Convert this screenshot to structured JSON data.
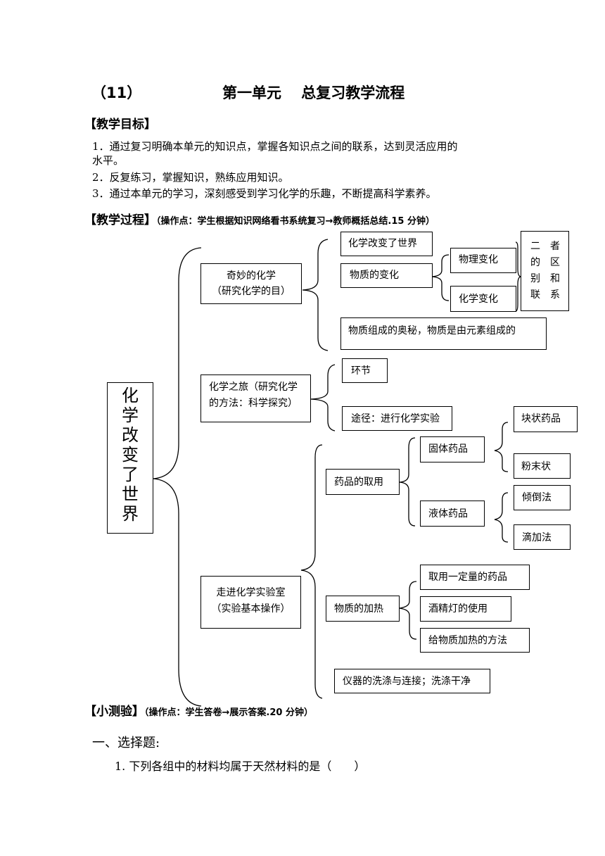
{
  "header": {
    "number": "（11）",
    "title": "第一单元　 总复习教学流程"
  },
  "objectives": {
    "heading": "【教学目标】",
    "items": [
      "1．通过复习明确本单元的知识点，掌握各知识点之间的联系，达到灵活应用的",
      "水平。",
      "2．反复练习，掌握知识，熟练应用知识。",
      "3．通过本单元的学习，深刻感受到学习化学的乐趣，不断提高科学素养。"
    ]
  },
  "process": {
    "heading": "【教学过程】",
    "note": "（操作点：学生根据知识网络看书系统复习→教师概括总结.15 分钟）"
  },
  "mindmap": {
    "root": [
      "化",
      "学",
      "改",
      "变",
      "了",
      "世",
      "界"
    ],
    "branch1": {
      "line1": "奇妙的化学",
      "line2": "（研究化学的目）"
    },
    "b1_world": "化学改变了世界",
    "b1_change": "物质的变化",
    "b1_physical": "物理变化",
    "b1_chemical": "化学变化",
    "b1_diff": "二　者\n的　区\n别　和\n联　系",
    "b1_composition": "物质组成的奥秘，物质是由元素组成的",
    "branch2": {
      "line1": "化学之旅（研究化学",
      "line2": "的方法：科学探究）"
    },
    "b2_link": "环节",
    "b2_way": "途径：进行化学实验",
    "branch3": {
      "line1": "走进化学实验室",
      "line2": "（实验基本操作）"
    },
    "b3_take": "药品的取用",
    "b3_solid": "固体药品",
    "b3_block": "块状药品",
    "b3_powder": "粉末状",
    "b3_liquid": "液体药品",
    "b3_pour": "倾倒法",
    "b3_drop": "滴加法",
    "b3_heat": "物质的加热",
    "b3_amount": "取用一定量的药品",
    "b3_lamp": "酒精灯的使用",
    "b3_method": "给物质加热的方法",
    "b3_wash": "仪器的洗涤与连接；洗涤干净"
  },
  "quiz": {
    "heading": "【小测验】",
    "note": "（操作点：学生答卷→展示答案.20 分钟）",
    "section": "一、选择题:",
    "question1": "1. 下列各组中的材料均属于天然材料的是（　　）"
  }
}
